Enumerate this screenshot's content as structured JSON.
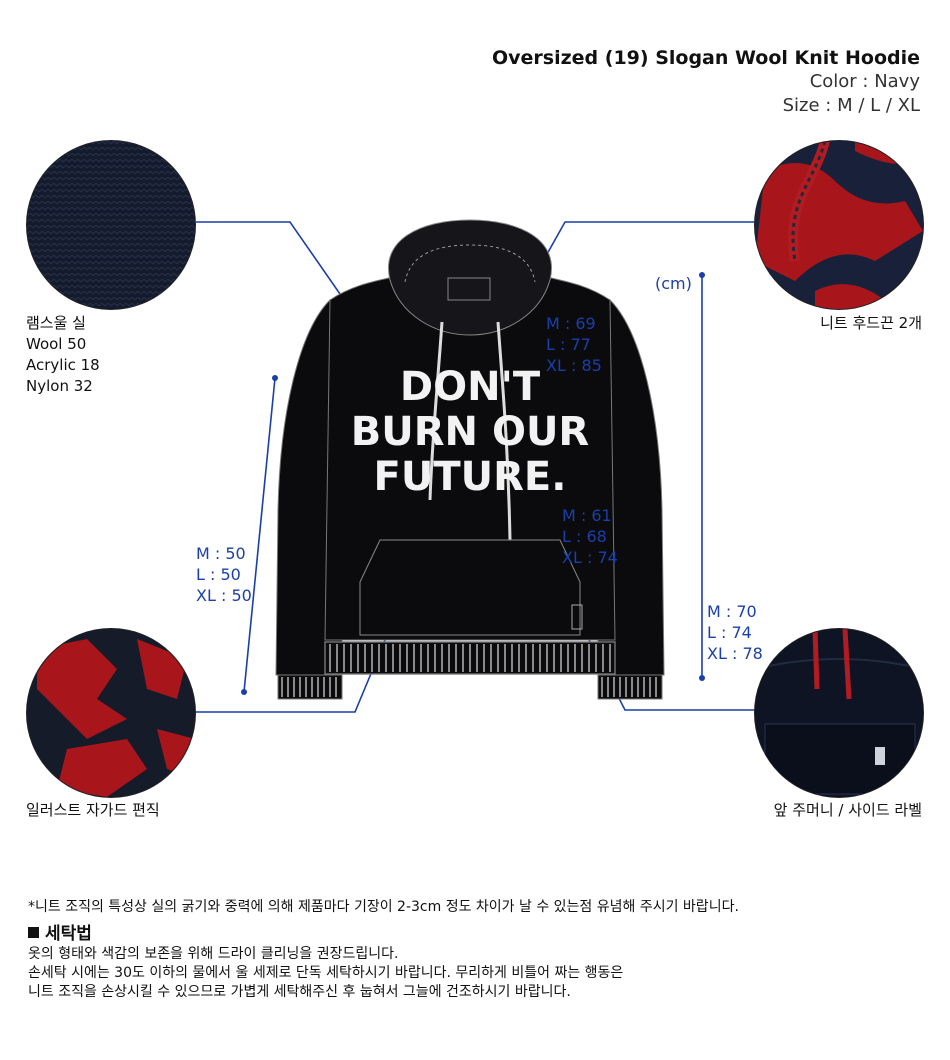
{
  "product": {
    "name": "Oversized (19) Slogan Wool Knit Hoodie",
    "color_line": "Color : Navy",
    "size_line": "Size : M / L / XL"
  },
  "hoodie": {
    "print_lines": [
      "DON'T",
      "BURN OUR",
      "FUTURE."
    ],
    "body_color": "#0b0b0d"
  },
  "details": {
    "material": {
      "lines": [
        "램스울 실",
        "Wool 50",
        "Acrylic 18",
        "Nylon 32"
      ]
    },
    "drawstring": {
      "label": "니트 후드끈 2개"
    },
    "jacquard": {
      "label": "일러스트 자가드 편직"
    },
    "pocket": {
      "label": "앞 주머니 / 사이드 라벨"
    }
  },
  "measurements": {
    "unit": "(cm)",
    "chest": [
      "M : 69",
      "L : 77",
      "XL : 85"
    ],
    "hem": [
      "M : 61",
      "L : 68",
      "XL : 74"
    ],
    "sleeve": [
      "M : 50",
      "L : 50",
      "XL : 50"
    ],
    "length": [
      "M : 70",
      "L : 74",
      "XL : 78"
    ]
  },
  "notes": {
    "disclaimer": "*니트 조직의 특성상 실의 굵기와 중력에 의해 제품마다 기장이 2-3cm 정도 차이가 날 수 있는점 유념해 주시기 바랍니다.",
    "wash_title": "세탁법",
    "wash_lines": [
      "옷의 형태와 색감의 보존을 위해 드라이 클리닝을 권장드립니다.",
      "손세탁 시에는 30도 이하의 물에서 울 세제로 단독 세탁하시기 바랍니다. 무리하게 비틀어 짜는 행동은",
      "니트 조직을 손상시킬 수 있으므로 가볍게 세탁해주신 후 눕혀서 그늘에 건조하시기 바랍니다."
    ]
  },
  "colors": {
    "measure_blue": "#1a3fa8",
    "navy_knit": "#141b2e",
    "red_knit": "#b3191d"
  }
}
